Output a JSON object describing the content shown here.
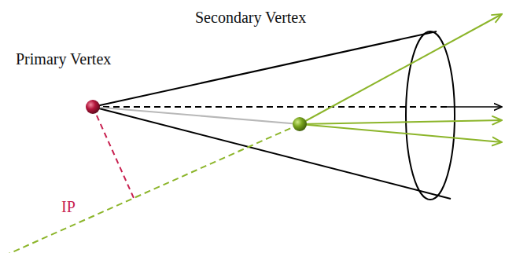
{
  "diagram": {
    "labels": [
      "Secondary Vertex",
      "Primary Vertex",
      "IP"
    ]
  }
}
